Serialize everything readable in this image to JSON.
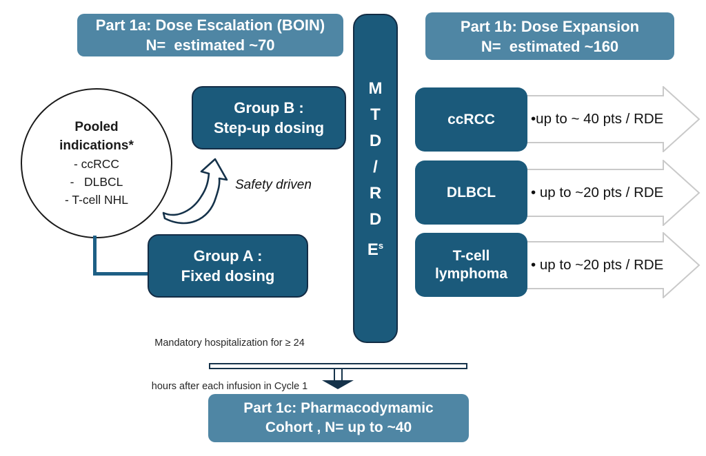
{
  "part1a": {
    "line1": "Part 1a: Dose Escalation (BOIN)",
    "line2": "N=  estimated ~70"
  },
  "part1b": {
    "line1": "Part 1b: Dose Expansion",
    "line2": "N=  estimated ~160"
  },
  "pooled": {
    "title_line1": "Pooled",
    "title_line2": "indications*",
    "items": [
      "- ccRCC",
      "-   DLBCL",
      "- T-cell NHL"
    ]
  },
  "group_b": {
    "line1": "Group B :",
    "line2": "Step-up dosing"
  },
  "group_a": {
    "line1": "Group A :",
    "line2": "Fixed dosing"
  },
  "safety_label": "Safety driven",
  "hospitalization": {
    "line1": "Mandatory hospitalization for ≥ 24",
    "line2": "hours after each infusion in Cycle 1"
  },
  "mtd_bar": {
    "letters": [
      "M",
      "T",
      "D",
      "/",
      "R",
      "D"
    ],
    "last_letter": "E",
    "superscript": "s"
  },
  "expansion": {
    "rows": [
      {
        "label_line1": "ccRCC",
        "label_line2": "",
        "note": "•up to ~ 40 pts / RDE"
      },
      {
        "label_line1": "DLBCL",
        "label_line2": "",
        "note": "• up to ~20 pts / RDE"
      },
      {
        "label_line1": "T-cell",
        "label_line2": "lymphoma",
        "note": "• up to ~20 pts / RDE"
      }
    ]
  },
  "part1c": {
    "line1": "Part 1c: Pharmacodymamic",
    "line2": "Cohort , N= up to ~40"
  },
  "colors": {
    "header_blue": "#4f86a4",
    "dark_blue": "#1b5a7b",
    "navy_border": "#132c45",
    "arrow_gray": "#c9c9c9"
  }
}
